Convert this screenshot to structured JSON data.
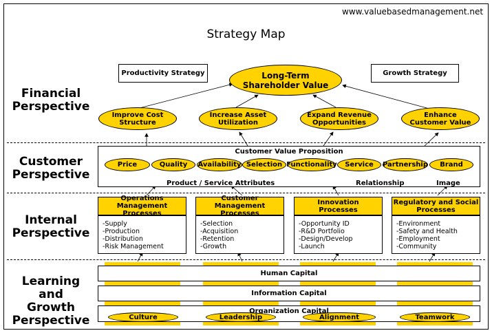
{
  "site": "www.valuebasedmanagement.net",
  "title": "Strategy Map",
  "perspectives": {
    "financial": [
      "Financial",
      "Perspective"
    ],
    "customer": [
      "Customer",
      "Perspective"
    ],
    "internal": [
      "Internal",
      "Perspective"
    ],
    "learning": [
      "Learning and",
      "Growth",
      "Perspective"
    ]
  },
  "financial": {
    "productivity": "Productivity Strategy",
    "growth": "Growth Strategy",
    "ltsv": [
      "Long-Term",
      "Shareholder Value"
    ],
    "goals": [
      [
        "Improve Cost",
        "Structure"
      ],
      [
        "Increase Asset",
        "Utilization"
      ],
      [
        "Expand Revenue",
        "Opportunities"
      ],
      [
        "Enhance",
        "Customer Value"
      ]
    ]
  },
  "customer": {
    "heading": "Customer Value Proposition",
    "attributes": [
      "Price",
      "Quality",
      "Availability",
      "Selection",
      "Functionality",
      "Service",
      "Partnership",
      "Brand"
    ],
    "footer_left": "Product / Service Attributes",
    "footer_mid": "Relationship",
    "footer_right": "Image"
  },
  "processes": [
    {
      "title": [
        "Operations Management",
        "Processes"
      ],
      "items": [
        "-Supply",
        "-Production",
        "-Distribution",
        "-Risk Management"
      ]
    },
    {
      "title": [
        "Customer Management",
        "Processes"
      ],
      "items": [
        "-Selection",
        "-Acquisition",
        "-Retention",
        "-Growth"
      ]
    },
    {
      "title": [
        "Innovation",
        "Processes"
      ],
      "items": [
        "-Opportunity ID",
        "-R&D Portfolio",
        "-Design/Develop",
        "-Launch"
      ]
    },
    {
      "title": [
        "Regulatory and Social",
        "Processes"
      ],
      "items": [
        "-Environment",
        "-Safety and Health",
        "-Employment",
        "-Community"
      ]
    }
  ],
  "learning": {
    "human": "Human Capital",
    "information": "Information Capital",
    "organization": "Organization Capital",
    "org_items": [
      "Culture",
      "Leadership",
      "Alignment",
      "Teamwork"
    ]
  }
}
